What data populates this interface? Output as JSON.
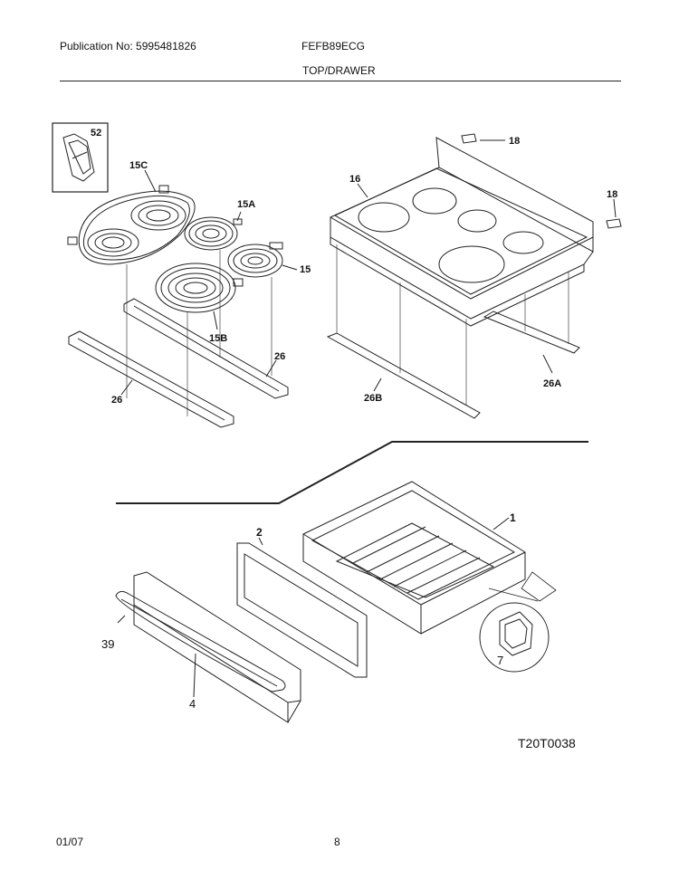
{
  "header": {
    "publication": "Publication No: 5995481826",
    "model": "FEFB89ECG",
    "section": "TOP/DRAWER"
  },
  "footer": {
    "date": "01/07",
    "page": "8"
  },
  "diagram_code": "T20T0038",
  "callouts": {
    "c52": "52",
    "c15c": "15C",
    "c15a": "15A",
    "c15": "15",
    "c15b": "15B",
    "c26a_left": "26",
    "c26b_left": "26",
    "c16": "16",
    "c18a": "18",
    "c18b": "18",
    "c26a": "26A",
    "c26b": "26B",
    "c1": "1",
    "c2": "2",
    "c39": "39",
    "c4": "4",
    "c7": "7"
  }
}
